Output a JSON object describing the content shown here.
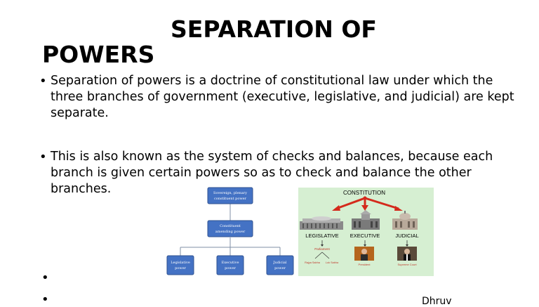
{
  "title": {
    "line1": "SEPARATION OF",
    "line2": "POWERS"
  },
  "bullets": [
    "Separation of powers is a doctrine of constitutional law under which the three branches of government (executive, legislative, and judicial) are kept separate.",
    "This is also known as the system of checks and balances, because each branch is given certain powers so as to check and balance the other branches."
  ],
  "diagram_left": {
    "top_box": "Sovereign, plenary constituent power",
    "middle_box": "Constituent amending power",
    "bottom_boxes": [
      "Legislative power",
      "Executive power",
      "Judicial power"
    ],
    "box_color": "#4472c4"
  },
  "diagram_right": {
    "header": "CONSTITUTION",
    "branches": [
      "LEGISLATIVE",
      "EXECUTIVE",
      "JUDICIAL"
    ],
    "sub_labels": [
      "Parliament",
      "President",
      "Supreme Court"
    ],
    "parliament_parts": [
      "Rajya Sabha",
      "Lok Sabha"
    ],
    "background": "#d6efd2",
    "arrow_color": "#d42a1c"
  },
  "footer": "Dhruv"
}
